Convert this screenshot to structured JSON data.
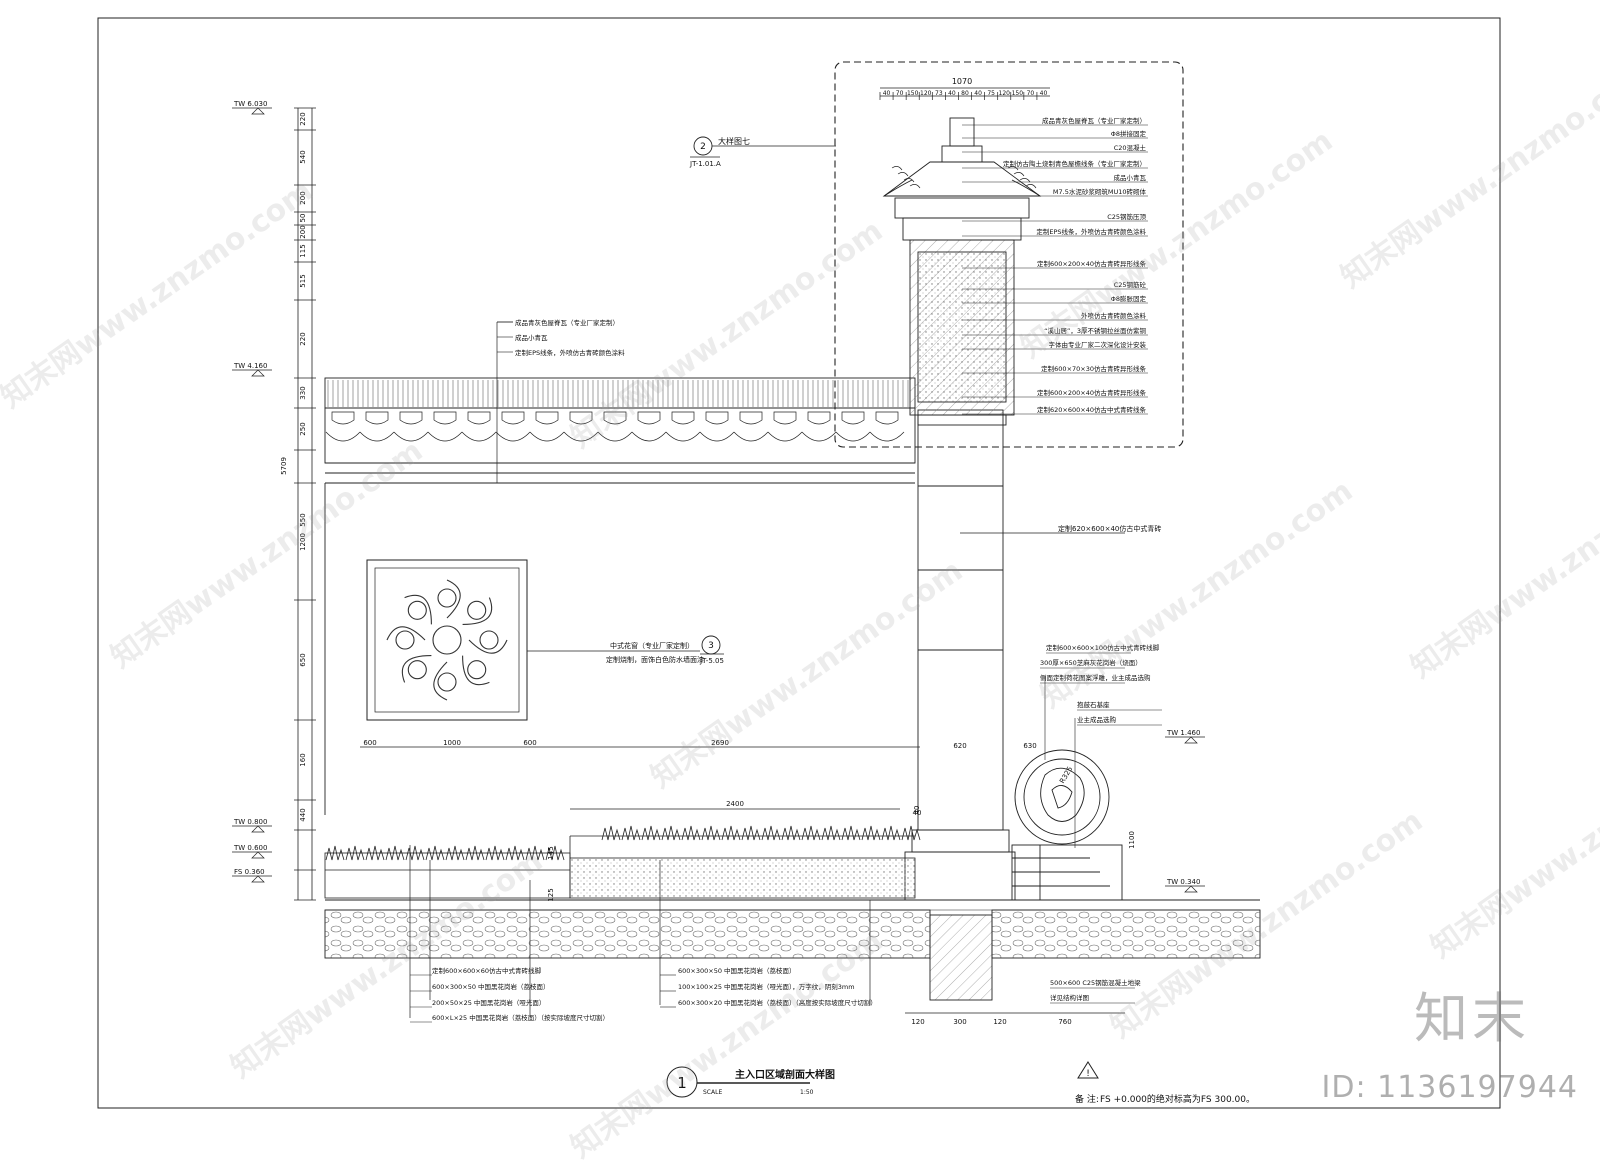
{
  "drawing": {
    "title": "主入口区域剖面大样图",
    "number": "1",
    "scale_label": "SCALE",
    "scale_value": "1:50",
    "note_prefix": "备 注:",
    "note_text": "FS +0.000的绝对标高为FS 300.00。",
    "detail_ref": {
      "label": "大样图七",
      "number": "2",
      "sheet": "JT-1.01.A"
    },
    "window_ref": {
      "number": "3",
      "sheet": "JT-5.05"
    }
  },
  "elevations": [
    "TW 6.030",
    "TW 4.160",
    "TW 0.800",
    "TW 0.600",
    "FS 0.360",
    "TW 1.460",
    "TW 0.340"
  ],
  "left_dims": [
    "220",
    "540",
    "200",
    "50",
    "200",
    "115",
    "515",
    "220",
    "330",
    "250",
    "5709",
    "550",
    "1200",
    "650",
    "160",
    "440"
  ],
  "top_dims": {
    "total": "1070",
    "parts": [
      "40",
      "70",
      "150",
      "120",
      "73",
      "40",
      "80",
      "40",
      "75",
      "120",
      "150",
      "70",
      "40"
    ]
  },
  "horizontal_dims": [
    "600",
    "1000",
    "600",
    "2690",
    "620",
    "630",
    "2400",
    "40",
    "120",
    "300",
    "120",
    "760"
  ],
  "misc_dims": [
    "R325",
    "1100",
    "145",
    "125",
    "40"
  ],
  "detail_labels": [
    "成品青灰色屋脊瓦（专业厂家定制）",
    "Φ8拼接固定",
    "C20混凝土",
    "定制仿古陶土烧制青色屋檐线条（专业厂家定制）",
    "成品小青瓦",
    "M7.5水泥砂浆砌筑MU10砖砌体",
    "C25钢筋压顶",
    "定制EPS线条，外喷仿古青砖颜色涂料",
    "定制600×200×40仿古青砖异形线条",
    "C25钢筋砼",
    "Φ8膨胀固定",
    "外喷仿古青砖颜色涂料",
    "“溪山居”，3厚不锈钢拉丝面仿紫铜",
    "字体由专业厂家二次深化设计安装",
    "定制600×70×30仿古青砖异形线条",
    "定制600×200×40仿古青砖异形线条",
    "定制620×600×40仿古中式青砖线条"
  ],
  "wall_labels": [
    "成品青灰色屋脊瓦（专业厂家定制）",
    "成品小青瓦",
    "定制EPS线条，外喷仿古青砖颜色涂料"
  ],
  "window_labels": [
    "中式花窗（专业厂家定制）",
    "定制烧制，面饰白色防水墙面漆"
  ],
  "pillar_label": "定制620×600×40仿古中式青砖",
  "right_labels": [
    "定制600×600×100仿古中式青砖线脚",
    "300厚×650芝麻灰花岗岩（烧面）",
    "侧面定制荷花图案浮雕，业主成品选购",
    "抱鼓石基座",
    "业主成品选购",
    "500×600 C25钢筋混凝土地梁",
    "详见结构详图"
  ],
  "bottom_left_labels": [
    "定制600×600×60仿古中式青砖线脚",
    "600×300×50 中国黑花岗岩（荔枝面）",
    "200×50×25 中国黑花岗岩（哑光面）",
    "600×L×25 中国黑花岗岩（荔枝面）（按实际坡度尺寸切割）"
  ],
  "bottom_mid_labels": [
    "600×300×50 中国黑花岗岩（荔枝面）",
    "100×100×25 中国黑花岗岩（哑光面），万字纹，阴刻3mm",
    "600×300×20 中国黑花岗岩（荔枝面）（高度按实际坡度尺寸切割）"
  ],
  "brand": {
    "logo": "知末",
    "id": "ID: 1136197944",
    "watermark": "知末网www.znzmo.com"
  }
}
